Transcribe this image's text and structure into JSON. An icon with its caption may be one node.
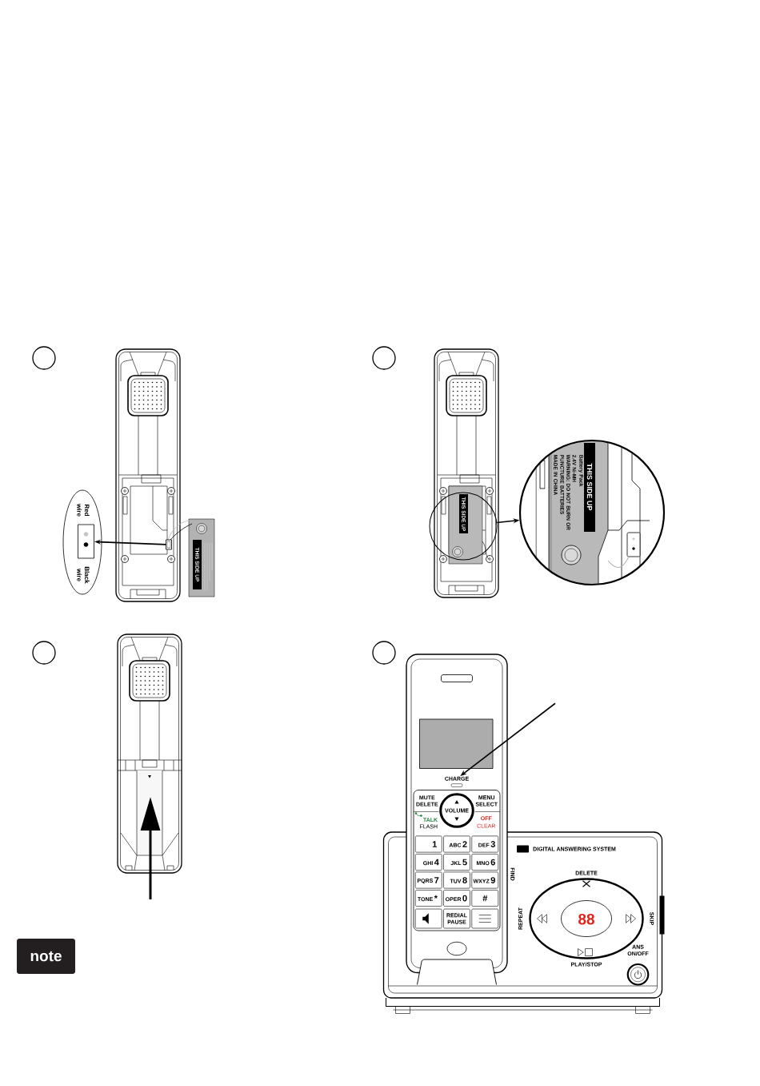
{
  "diagram": {
    "nodes": [
      {
        "text": [
          "Red wire",
          "Black wire"
        ]
      },
      {
        "text": [],
        "shape": "box",
        "in": 0
      },
      {
        "text": [],
        "shape": "box"
      },
      {
        "text": [],
        "shape": "circle"
      },
      {
        "text": [
          "THIS SIDE UP",
          "Battery Pack",
          "2.4V Ni-MH",
          "WARNING: DO NOT BURN OR PUNCTURE BATTERIES",
          "MADE IN CHINA"
        ]
      },
      {
        "text": [
          "CHARGE"
        ]
      }
    ],
    "edges": [
      {
        "from": 2,
        "to": 1,
        "arrow": "to"
      },
      {
        "from": 3,
        "to": 4,
        "arrow": "to"
      },
      {
        "from": null,
        "to": 5,
        "arrow": "to"
      }
    ],
    "labels": [
      "THIS SIDE UP",
      "THIS SIDE UP",
      "MUTE DELETE",
      "VOLUME",
      "MENU SELECT",
      "TALK",
      "FLASH",
      "OFF",
      "CLEAR",
      "1",
      "ABC",
      "2",
      "DEF",
      "3",
      "GHI",
      "4",
      "JKL",
      "5",
      "MNO",
      "6",
      "PQRS",
      "7",
      "TUV",
      "8",
      "WXYZ",
      "9",
      "TONE",
      "*",
      "OPER",
      "0",
      "#",
      "REDIAL PAUSE",
      "DIGITAL ANSWERING SYSTEM",
      "DELETE",
      "FIND",
      "REPEAT",
      "88",
      "SKIP",
      "PLAY/STOP",
      "ANS ON/OFF",
      "note"
    ]
  }
}
